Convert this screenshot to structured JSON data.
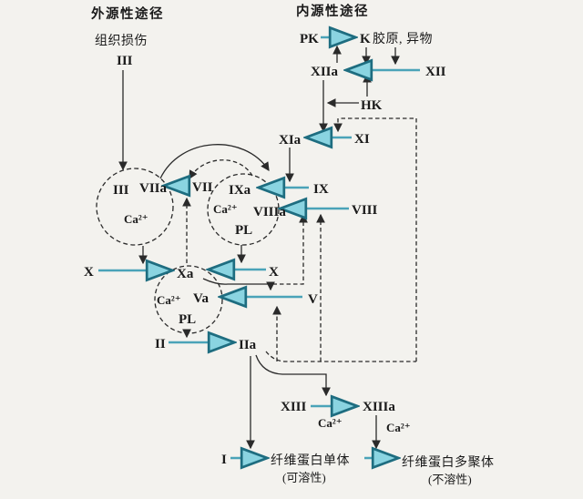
{
  "figure": {
    "type": "coagulation-cascade-diagram",
    "headings": {
      "extrinsic": "外源性途径",
      "intrinsic": "内源性途径"
    },
    "extrinsic": {
      "tissue_damage": "组织损伤",
      "f3": "III"
    },
    "intrinsic": {
      "pk": "PK",
      "k": "K",
      "surface_activators": "胶原, 异物",
      "f12a": "XIIa",
      "f12": "XII",
      "hk": "HK",
      "f11a": "XIa",
      "f11": "XI"
    },
    "common": {
      "f9a": "IXa",
      "f9": "IX",
      "f7a": "VIIa",
      "f7": "VII",
      "f8a": "VIIIa",
      "f8": "VIII",
      "f3_complex": "III",
      "ca": "Ca²⁺",
      "pl": "PL",
      "x_left": "X",
      "xa": "Xa",
      "x_right": "X",
      "va": "Va",
      "v": "V",
      "f2": "II",
      "f2a": "IIa",
      "f13": "XIII",
      "f13a": "XIIIa",
      "f1": "I"
    },
    "products": {
      "monomer": "纤维蛋白单体",
      "monomer_note": "(可溶性)",
      "polymer": "纤维蛋白多聚体",
      "polymer_note": "(不溶性)"
    },
    "colors": {
      "paper": "#f3f2ee",
      "line": "#2a2a2a",
      "activation_arrow_shaft": "#4aa3b8",
      "activation_arrow_fill": "#8ad4e1",
      "activation_arrow_outline": "#1e6d80"
    }
  }
}
